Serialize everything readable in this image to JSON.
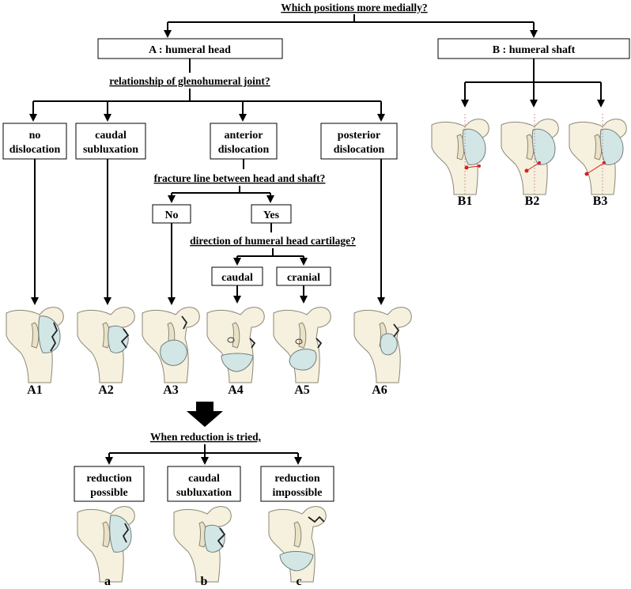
{
  "title": "Which positions more medially?",
  "branch_a": "A : humeral head",
  "branch_b": "B : humeral shaft",
  "q_glenohumeral": "relationship of glenohumeral joint?",
  "boxes": {
    "no_dislocation": [
      "no",
      "dislocation"
    ],
    "caudal_subluxation": [
      "caudal",
      "subluxation"
    ],
    "anterior_dislocation": [
      "anterior",
      "dislocation"
    ],
    "posterior_dislocation": [
      "posterior",
      "dislocation"
    ]
  },
  "q_fracture_line": "fracture line between head and shaft?",
  "no": "No",
  "yes": "Yes",
  "q_cartilage": "direction of humeral head cartilage?",
  "caudal": "caudal",
  "cranial": "cranial",
  "labels_a": [
    "A1",
    "A2",
    "A3",
    "A4",
    "A5",
    "A6"
  ],
  "labels_b": [
    "B1",
    "B2",
    "B3"
  ],
  "q_reduction": "When reduction is tried,",
  "reduction_boxes": {
    "possible": [
      "reduction",
      "possible"
    ],
    "caudal": [
      "caudal",
      "subluxation"
    ],
    "impossible": [
      "reduction",
      "impossible"
    ]
  },
  "labels_c": [
    "a",
    "b",
    "c"
  ]
}
